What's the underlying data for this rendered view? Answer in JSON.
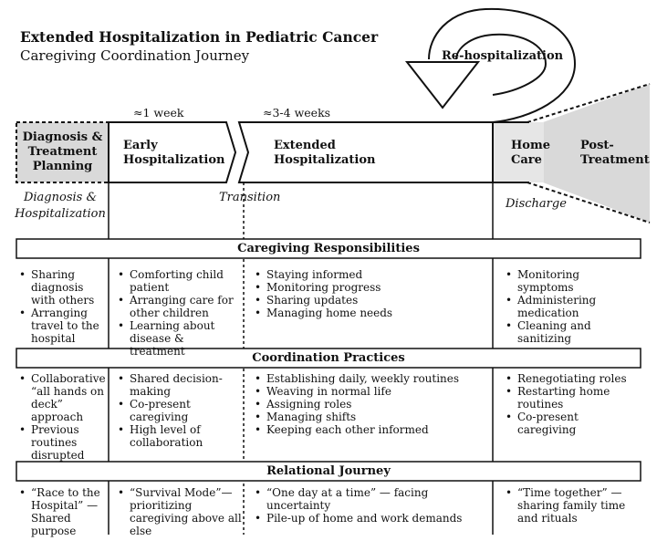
{
  "title": "Extended Hospitalization in Pediatric Cancer",
  "subtitle": "Caregiving Coordination Journey",
  "durations": {
    "early": "≈1 week",
    "extended": "≈3-4 weeks"
  },
  "stages": {
    "diagnosis": [
      "Diagnosis &",
      "Treatment",
      "Planning"
    ],
    "early": [
      "Early",
      "Hospitalization"
    ],
    "extended": [
      "Extended",
      "Hospitalization"
    ],
    "home": [
      "Home",
      "Care"
    ],
    "post": [
      "Post-",
      "Treatment"
    ]
  },
  "rehospitalization": "Re-hospitalization",
  "transitions": {
    "diagnosis": [
      "Diagnosis &",
      "Hospitalization"
    ],
    "transition": "Transition",
    "discharge": "Discharge"
  },
  "bands": {
    "responsibilities": {
      "label": "Caregiving Responsibilities",
      "columns": [
        [
          "Sharing diagnosis with others",
          "Arranging travel to the hospital"
        ],
        [
          "Comforting child patient",
          "Arranging care for other children",
          "Learning about disease & treatment"
        ],
        [
          "Staying informed",
          "Monitoring progress",
          "Sharing updates",
          "Managing home needs"
        ],
        [
          "Monitoring symptoms",
          "Administering medication",
          "Cleaning and sanitizing"
        ]
      ]
    },
    "coordination": {
      "label": "Coordination Practices",
      "columns": [
        [
          "Collaborative “all hands on deck” approach",
          "Previous routines disrupted"
        ],
        [
          "Shared decision-making",
          "Co-present caregiving",
          "High level of collaboration"
        ],
        [
          "Establishing daily, weekly routines",
          "Weaving in normal life",
          "Assigning roles",
          "Managing shifts",
          "Keeping each other informed"
        ],
        [
          "Renegotiating roles",
          "Restarting home routines",
          "Co-present caregiving"
        ]
      ]
    },
    "relational": {
      "label": "Relational Journey",
      "columns": [
        [
          "“Race to the Hospital” — Shared purpose"
        ],
        [
          "“Survival Mode”—prioritizing caregiving above all else"
        ],
        [
          "“One day at a time” — facing uncertainty",
          "Pile-up of home and work demands"
        ],
        [
          "“Time together” — sharing family time and rituals"
        ]
      ]
    }
  }
}
